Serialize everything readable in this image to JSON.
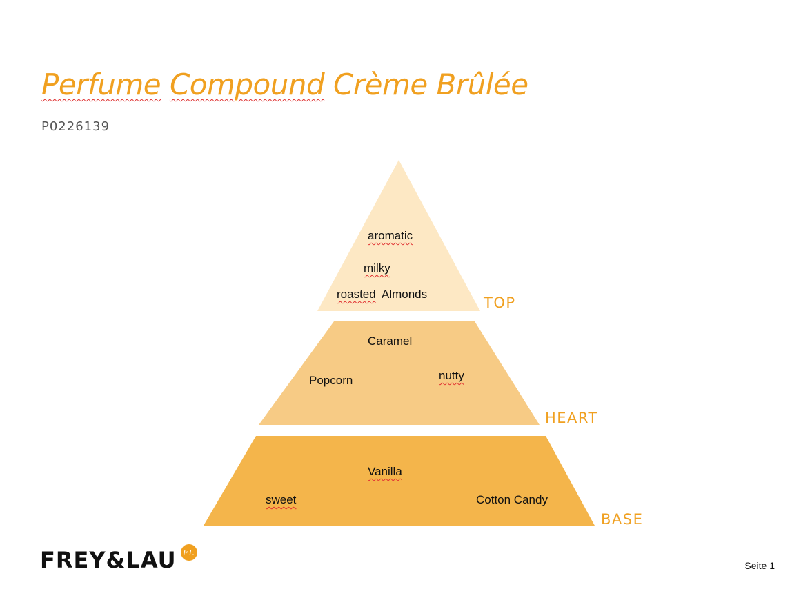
{
  "title": {
    "word1": "Perfume",
    "word2": "Compound",
    "rest": "Crème Brûlée"
  },
  "product_code": "P0226139",
  "tiers": {
    "top": {
      "label": "TOP",
      "notes": [
        "aromatic",
        "milky",
        "roasted",
        "Almonds"
      ],
      "color": "#fde8c4"
    },
    "heart": {
      "label": "HEART",
      "notes": [
        "Caramel",
        "Popcorn",
        "nutty"
      ],
      "color": "#f7cb85"
    },
    "base": {
      "label": "BASE",
      "notes": [
        "Vanilla",
        "sweet",
        "Cotton Candy"
      ],
      "color": "#f4b54b"
    }
  },
  "logo": {
    "text": "FREY&LAU",
    "badge": "FL"
  },
  "page_label": "Seite 1",
  "accent_color": "#f0a020"
}
